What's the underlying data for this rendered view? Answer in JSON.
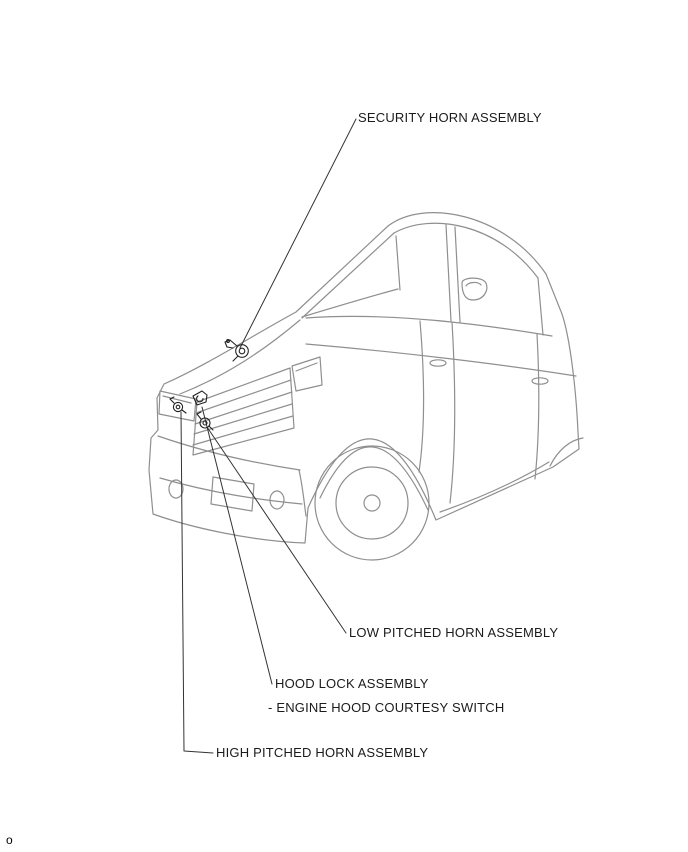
{
  "page": {
    "background": "#ffffff",
    "footer_marker": "o"
  },
  "diagram": {
    "type": "vehicle-parts-callout",
    "colors": {
      "vehicle_line": "#8f8f8f",
      "callout_line": "#333333",
      "part_icon": "#222222",
      "label_text": "#1b1b1b"
    },
    "labels": {
      "security_horn": "SECURITY HORN ASSEMBLY",
      "low_pitched_horn": "LOW PITCHED HORN ASSEMBLY",
      "hood_lock": "HOOD LOCK ASSEMBLY",
      "engine_hood_courtesy_switch": "- ENGINE HOOD COURTESY SWITCH",
      "high_pitched_horn": "HIGH PITCHED HORN ASSEMBLY"
    },
    "icons": [
      "security-horn-icon",
      "high-pitched-horn-icon",
      "hood-lock-icon",
      "low-pitched-horn-icon"
    ]
  }
}
